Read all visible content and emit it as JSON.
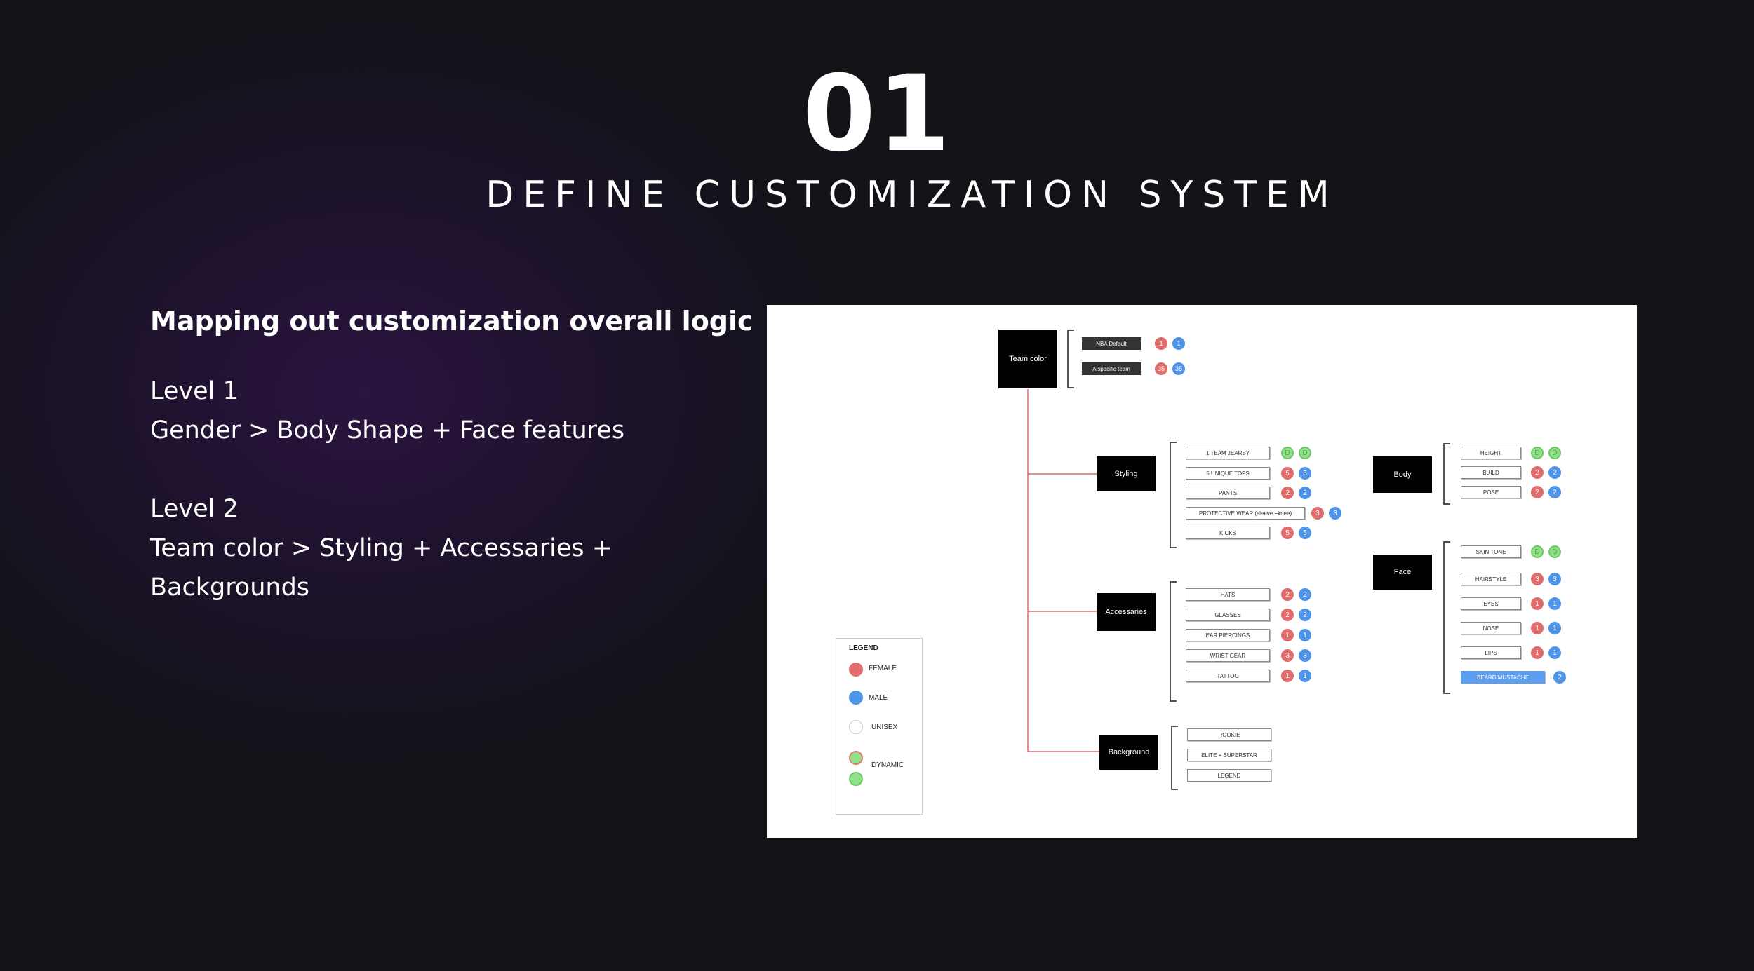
{
  "header": {
    "number": "01",
    "title": "DEFINE CUSTOMIZATION SYSTEM"
  },
  "intro": {
    "heading": "Mapping out customization overall logic",
    "level1_title": "Level 1",
    "level1_text": "Gender > Body Shape + Face features",
    "level2_title": "Level 2",
    "level2_text": "Team color > Styling + Accessaries + Backgrounds"
  },
  "colors": {
    "female": "#e06c6c",
    "male": "#4d94ea",
    "dynamic": "#8fe28a",
    "connector": "#e06c6c"
  },
  "diagram": {
    "team_color": {
      "label": "Team color",
      "options": [
        {
          "label": "NBA Default",
          "female": "1",
          "male": "1"
        },
        {
          "label": "A specific team",
          "female": "35",
          "male": "35"
        }
      ]
    },
    "styling": {
      "label": "Styling",
      "items": [
        {
          "label": "1 TEAM JEARSY",
          "female": "D",
          "male": "D",
          "dynamic": true
        },
        {
          "label": "5 UNIQUE TOPS",
          "female": "5",
          "male": "5"
        },
        {
          "label": "PANTS",
          "female": "2",
          "male": "2"
        },
        {
          "label": "PROTECTIVE WEAR  (sleeve +knee)",
          "female": "3",
          "male": "3"
        },
        {
          "label": "KICKS",
          "female": "5",
          "male": "5"
        }
      ]
    },
    "accessaries": {
      "label": "Accessaries",
      "items": [
        {
          "label": "HATS",
          "female": "2",
          "male": "2"
        },
        {
          "label": "GLASSES",
          "female": "2",
          "male": "2"
        },
        {
          "label": "EAR PIERCINGS",
          "female": "1",
          "male": "1"
        },
        {
          "label": "WRIST GEAR",
          "female": "3",
          "male": "3"
        },
        {
          "label": "TATTOO",
          "female": "1",
          "male": "1"
        }
      ]
    },
    "background": {
      "label": "Background",
      "items": [
        {
          "label": "ROOKIE"
        },
        {
          "label": "ELITE + SUPERSTAR"
        },
        {
          "label": "LEGEND"
        }
      ]
    },
    "body": {
      "label": "Body",
      "items": [
        {
          "label": "HEIGHT",
          "female": "D",
          "male": "D",
          "dynamic": true
        },
        {
          "label": "BUILD",
          "female": "2",
          "male": "2"
        },
        {
          "label": "POSE",
          "female": "2",
          "male": "2"
        }
      ]
    },
    "face": {
      "label": "Face",
      "items": [
        {
          "label": "SKIN TONE",
          "female": "D",
          "male": "D",
          "dynamic": true
        },
        {
          "label": "HAIRSTYLE",
          "female": "3",
          "male": "3"
        },
        {
          "label": "EYES",
          "female": "1",
          "male": "1"
        },
        {
          "label": "NOSE",
          "female": "1",
          "male": "1"
        },
        {
          "label": "LIPS",
          "female": "1",
          "male": "1"
        },
        {
          "label": "BEARD/MUSTACHE",
          "male": "2",
          "highlight": true
        }
      ]
    },
    "legend": {
      "title": "LEGEND",
      "female": "FEMALE",
      "male": "MALE",
      "unisex": "UNISEX",
      "dynamic": "DYNAMIC"
    }
  }
}
